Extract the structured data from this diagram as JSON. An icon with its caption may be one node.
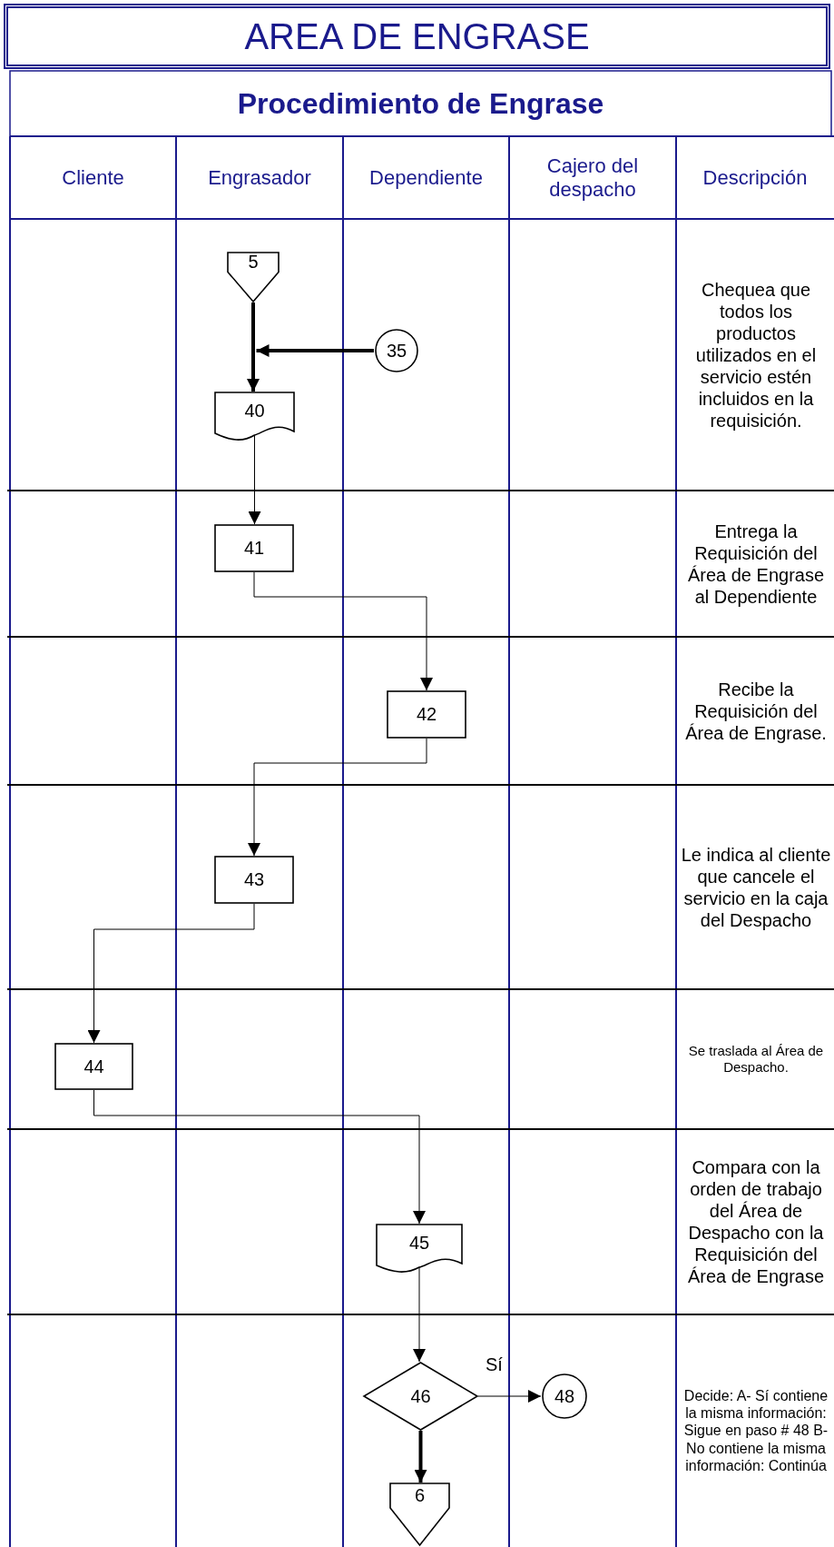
{
  "diagram": {
    "title": "AREA DE ENGRASE",
    "nodes": [
      {
        "text": [
          "5"
        ]
      },
      {
        "text": [
          "35"
        ]
      },
      {
        "text": [
          "40"
        ]
      },
      {
        "text": [
          "41"
        ]
      },
      {
        "text": [
          "42"
        ]
      },
      {
        "text": [
          "43"
        ]
      },
      {
        "text": [
          "44"
        ]
      },
      {
        "text": [
          "45"
        ]
      },
      {
        "text": [
          "46"
        ]
      },
      {
        "text": [
          "48"
        ]
      },
      {
        "text": [
          "6"
        ]
      }
    ],
    "edges": [
      {
        "from": 0,
        "to": 2,
        "arrow": "to",
        "style": "thick"
      },
      {
        "from": 1,
        "to": 2,
        "arrow": "to",
        "style": "thick"
      },
      {
        "from": 2,
        "to": 3,
        "arrow": "to"
      },
      {
        "from": 3,
        "to": 4,
        "arrow": "to"
      },
      {
        "from": 4,
        "to": 5,
        "arrow": "to"
      },
      {
        "from": 5,
        "to": 6,
        "arrow": "to"
      },
      {
        "from": 6,
        "to": 7,
        "arrow": "to"
      },
      {
        "from": 7,
        "to": 8,
        "arrow": "to"
      },
      {
        "from": 8,
        "to": 9,
        "arrow": "to",
        "label": "Sí"
      },
      {
        "from": 8,
        "to": 10,
        "arrow": "to",
        "style": "thick"
      }
    ],
    "labels": [
      "Procedimiento de Engrase",
      "Cliente",
      "Engrasador",
      "Dependiente",
      "Cajero del despacho",
      "Descripción",
      "Chequea que todos los productos utilizados en el servicio estén incluidos en la requisición.",
      "Entrega la Requisición del Área de Engrase al Dependiente",
      "Recibe la Requisición del Área de Engrase.",
      "Le indica al cliente que cancele el servicio en la caja del Despacho",
      "Se traslada al Área de Despacho.",
      "Compara con la orden de trabajo del Área de Despacho con la Requisición del Área de Engrase",
      "Decide: A- Sí contiene la misma información: Sigue en paso # 48 B- No contiene la misma información: Continúa"
    ]
  }
}
